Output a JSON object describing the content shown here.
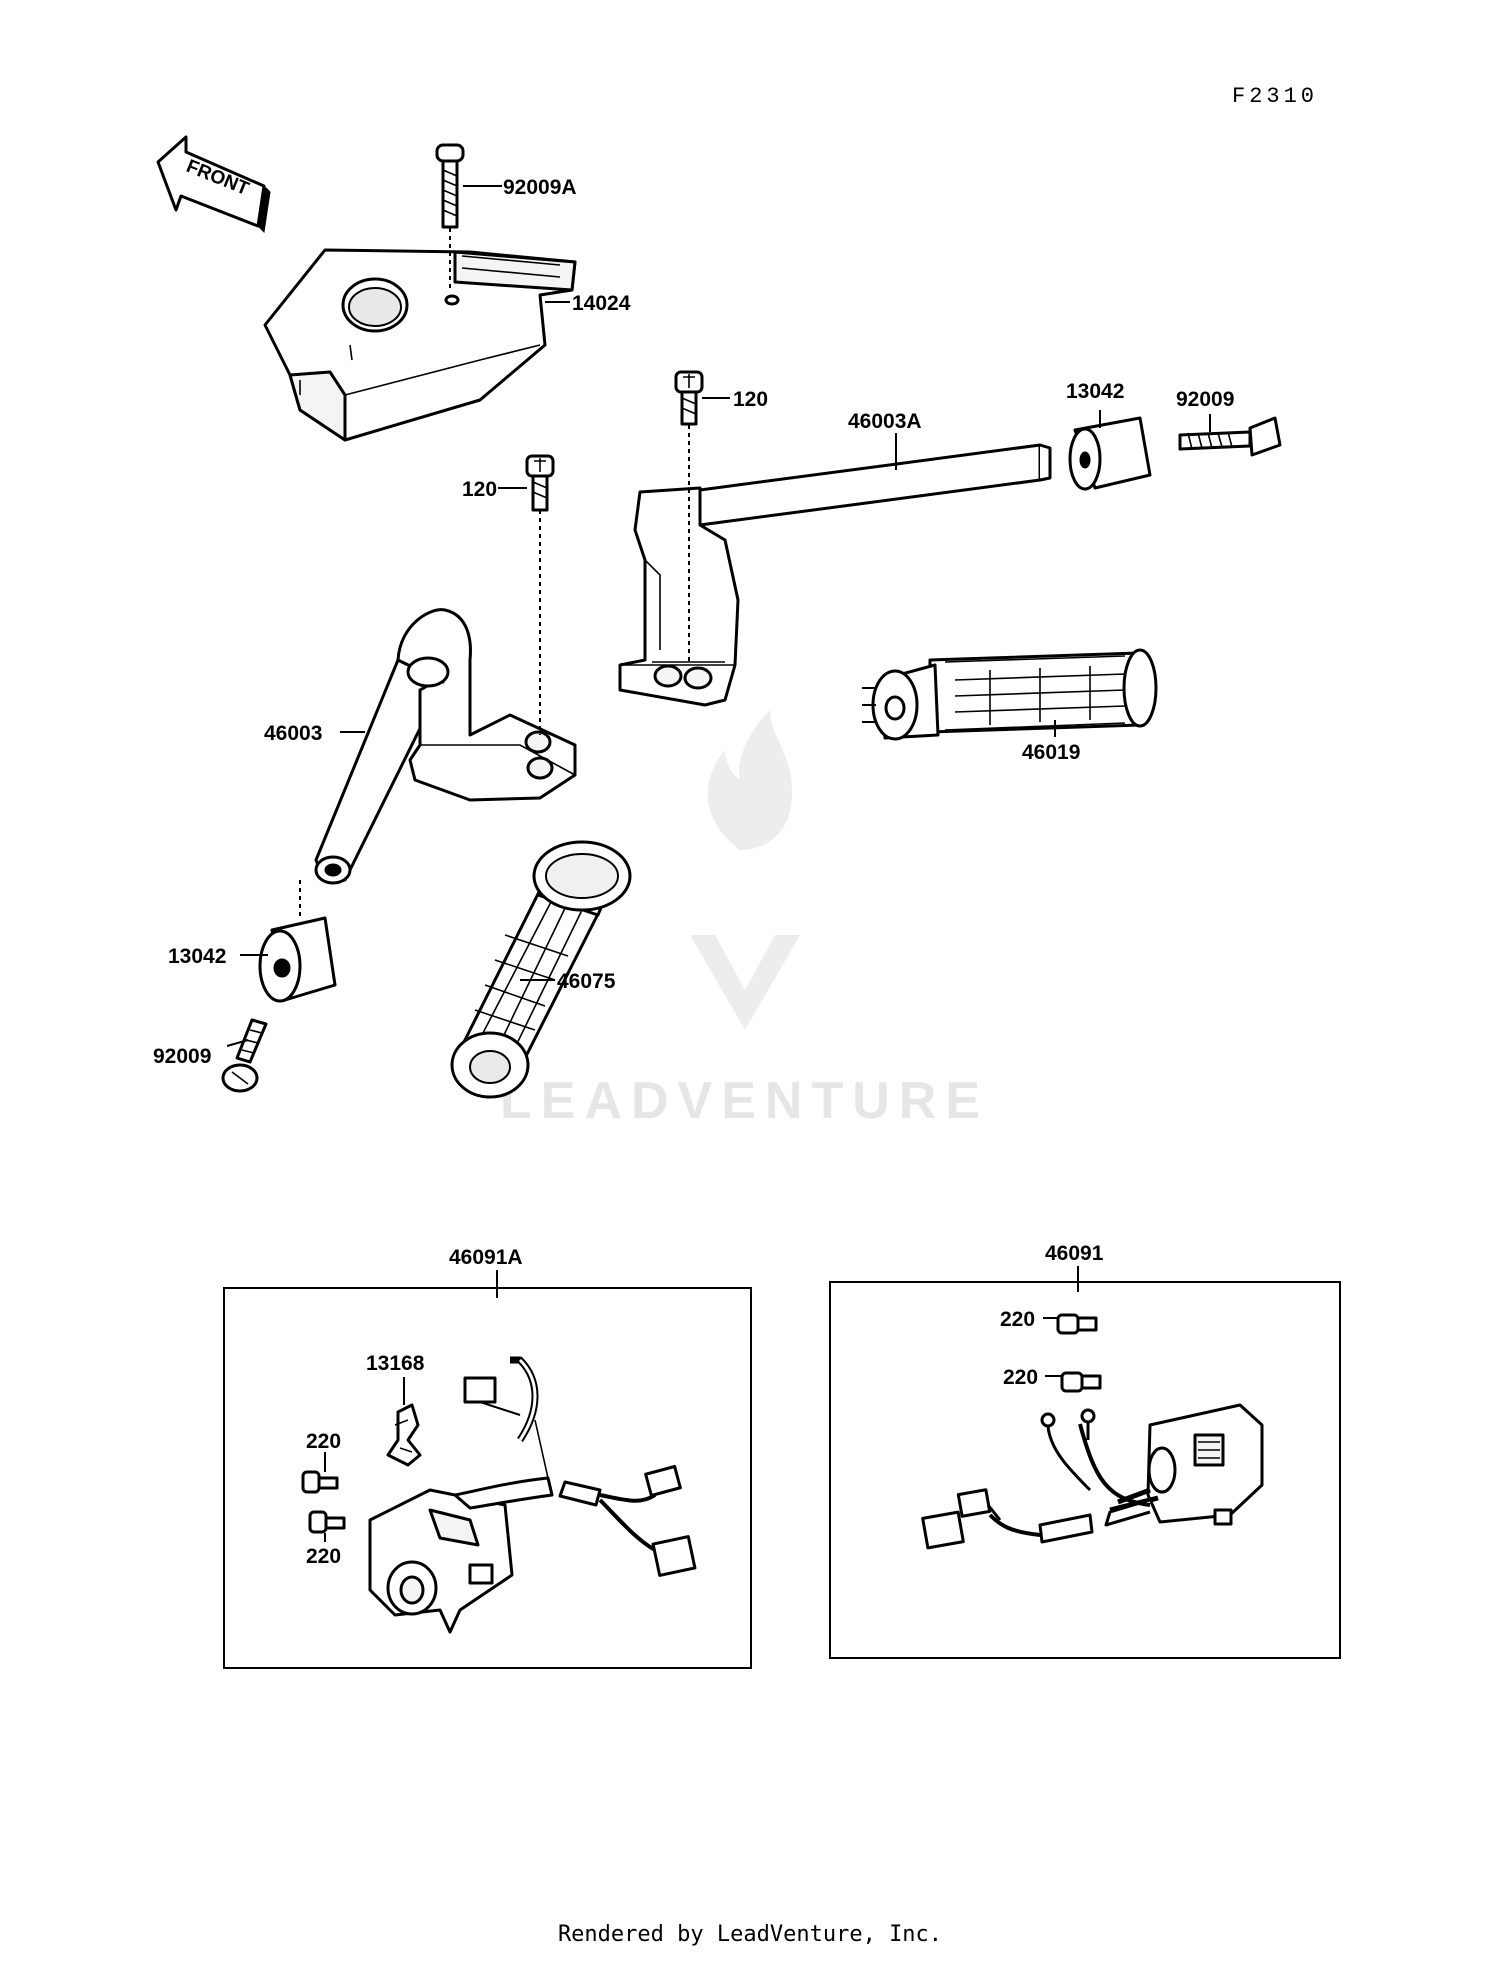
{
  "diagram_code": "F2310",
  "front_arrow_label": "FRONT",
  "watermark": "LEADVENTURE",
  "footer": "Rendered by LeadVenture, Inc.",
  "callouts": {
    "c92009a": "92009A",
    "c14024": "14024",
    "c120_right": "120",
    "c46003a": "46003A",
    "c13042_right": "13042",
    "c92009_right": "92009",
    "c120_left": "120",
    "c46019": "46019",
    "c46003": "46003",
    "c13042_left": "13042",
    "c46075": "46075",
    "c92009_left": "92009"
  },
  "box_left": {
    "title": "46091A",
    "c13168": "13168",
    "c220_top": "220",
    "c220_bottom": "220"
  },
  "box_right": {
    "title": "46091",
    "c220_top": "220",
    "c220_bottom": "220"
  }
}
